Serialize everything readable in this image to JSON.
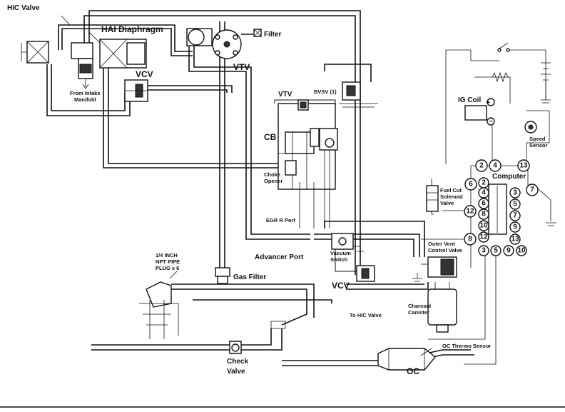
{
  "labels": {
    "hic_valve": "HIC Valve",
    "hai_diaphragm": "HAI Diaphragm",
    "filter": "Filter",
    "vtv_top": "VTV",
    "vcv_top": "VCV",
    "from_intake": "From Intake",
    "manifold": "Manifold",
    "vtv_carb": "VTV",
    "bvsv": "BVSV (1)",
    "cb": "CB",
    "choke": "Choke",
    "opener": "Opener",
    "egr_r_port": "EGR R Port",
    "advancer_port": "Advancer Port",
    "vacuum": "Vacuum",
    "switch": "Switch",
    "vcv_bottom": "VCV",
    "to_hic_valve": "To HIC Valve",
    "charcoal": "Charcoal",
    "canister": "Canister",
    "npt_1": "1/4 INCH",
    "npt_2": "NPT PIPE",
    "npt_3": "PLUG x 6",
    "gas_filter": "Gas Filter",
    "check": "Check",
    "valve": "Valve",
    "oc": "OC",
    "oc_thermo": "OC Thermo Sensor",
    "ig_coil": "IG Coil",
    "plus": "+",
    "minus": "−",
    "speed": "Speed",
    "sensor": "Sensor",
    "computer": "Computer",
    "fuel_cut_1": "Fuel Cut",
    "fuel_cut_2": "Solenoid",
    "fuel_cut_3": "Valve",
    "outer_vent_1": "Outer Vent",
    "outer_vent_2": "Control Valve"
  },
  "computer_terminals": {
    "top": [
      "2",
      "4",
      "13"
    ],
    "left": [
      "6",
      "12",
      "8"
    ],
    "right": [
      "7"
    ],
    "inner_left": [
      "2",
      "4",
      "6",
      "8",
      "10",
      "12"
    ],
    "inner_right": [
      "3",
      "5",
      "7",
      "9",
      "13"
    ],
    "bottom": [
      "3",
      "5",
      "9",
      "10"
    ]
  }
}
